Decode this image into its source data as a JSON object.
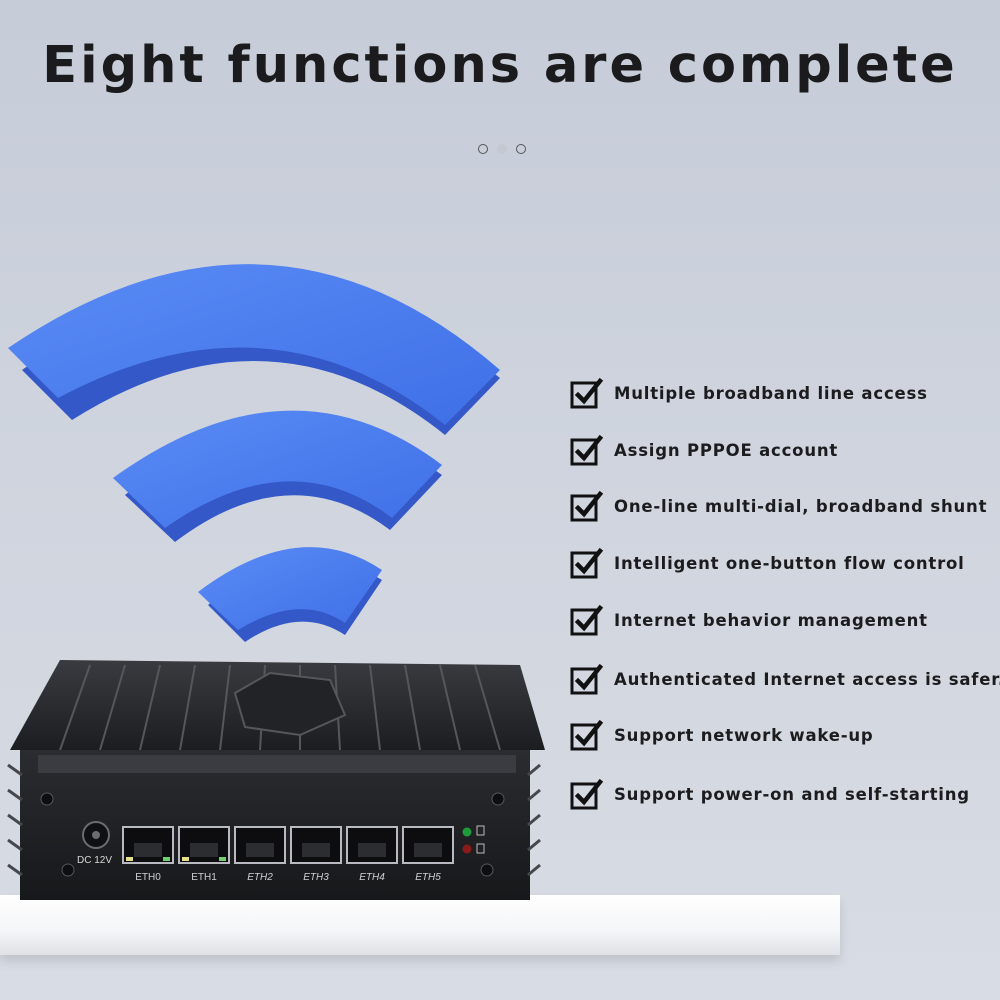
{
  "title": "Eight functions are complete",
  "carousel": {
    "count": 3,
    "active_index": 1
  },
  "features": [
    "Multiple broadband line access",
    "Assign PPPOE account",
    "One-line multi-dial, broadband shunt",
    "Intelligent one-button flow control",
    "Internet behavior management",
    "Authenticated Internet access is safer.",
    "Support network wake-up",
    "Support power-on and self-starting"
  ],
  "device": {
    "power_label": "DC 12V",
    "ports": [
      "ETH0",
      "ETH1",
      "ETH2",
      "ETH3",
      "ETH4",
      "ETH5"
    ]
  },
  "colors": {
    "wifi": "#4a7df0",
    "device": "#1e1f22",
    "text": "#1c1c1e"
  }
}
